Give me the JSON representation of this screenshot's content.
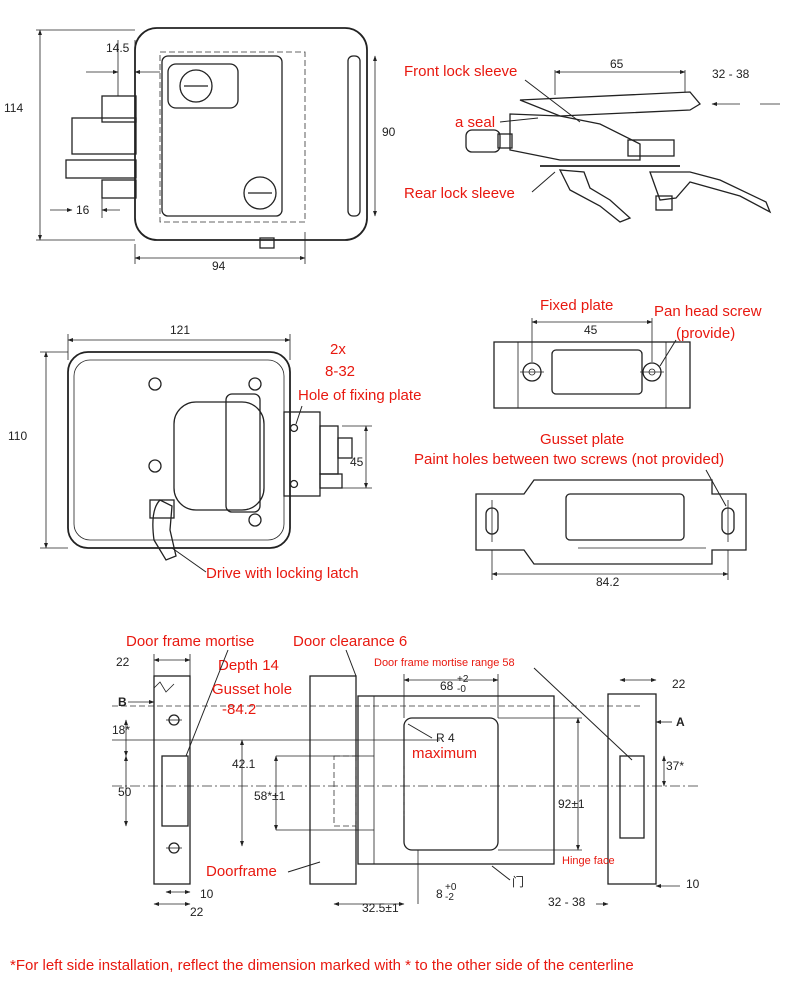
{
  "top_view": {
    "dims": {
      "d14_5": "14.5",
      "d114": "114",
      "d90": "90",
      "d16": "16",
      "d94": "94"
    }
  },
  "side_view": {
    "dims": {
      "d65": "65",
      "d32_38": "32 - 38"
    },
    "labels": {
      "front_sleeve": "Front lock sleeve",
      "seal": "a seal",
      "rear_sleeve": "Rear lock sleeve"
    }
  },
  "back_view": {
    "dims": {
      "d121": "121",
      "d110": "110",
      "d45": "45"
    },
    "labels": {
      "holes_count": "2x",
      "thread": "8-32",
      "hole_fixing": "Hole of fixing plate",
      "drive": "Drive with locking latch"
    }
  },
  "fixed_plate": {
    "labels": {
      "title": "Fixed plate",
      "pan_head": "Pan head screw",
      "provide": "(provide)"
    },
    "dims": {
      "d45": "45"
    }
  },
  "gusset_plate": {
    "labels": {
      "title": "Gusset plate",
      "paint_holes": "Paint holes between two screws (not provided)"
    },
    "dims": {
      "d84_2": "84.2"
    }
  },
  "install": {
    "labels": {
      "mortise": "Door frame mortise",
      "clearance": "Door clearance 6",
      "depth": "Depth 14",
      "gusset_hole": "Gusset hole",
      "gusset_hole_val": "-84.2",
      "mortise_range": "Door frame mortise range 58",
      "radius": "R 4",
      "radius_max": "maximum",
      "doorframe": "Doorframe",
      "hinge_face": "Hinge face",
      "door_char": "门",
      "mark_b": "B",
      "mark_a": "A"
    },
    "dims": {
      "d22_top_left": "22",
      "d18": "18*",
      "d42_1": "42.1",
      "d50": "50",
      "d58": "58*±1",
      "d68": "68",
      "d68_tol_up": "+2",
      "d68_tol_dn": "-0",
      "d92": "92±1",
      "d8": "8",
      "d8_tol_up": "+0",
      "d8_tol_dn": "-2",
      "d10_left": "10",
      "d22_bottom_left": "22",
      "d32_5": "32.5±1",
      "d32_38": "32 - 38",
      "d10_right": "10",
      "d22_top_right": "22",
      "d37": "37*"
    }
  },
  "footer_note": "*For left side installation, reflect the dimension marked with * to the other side of the centerline"
}
